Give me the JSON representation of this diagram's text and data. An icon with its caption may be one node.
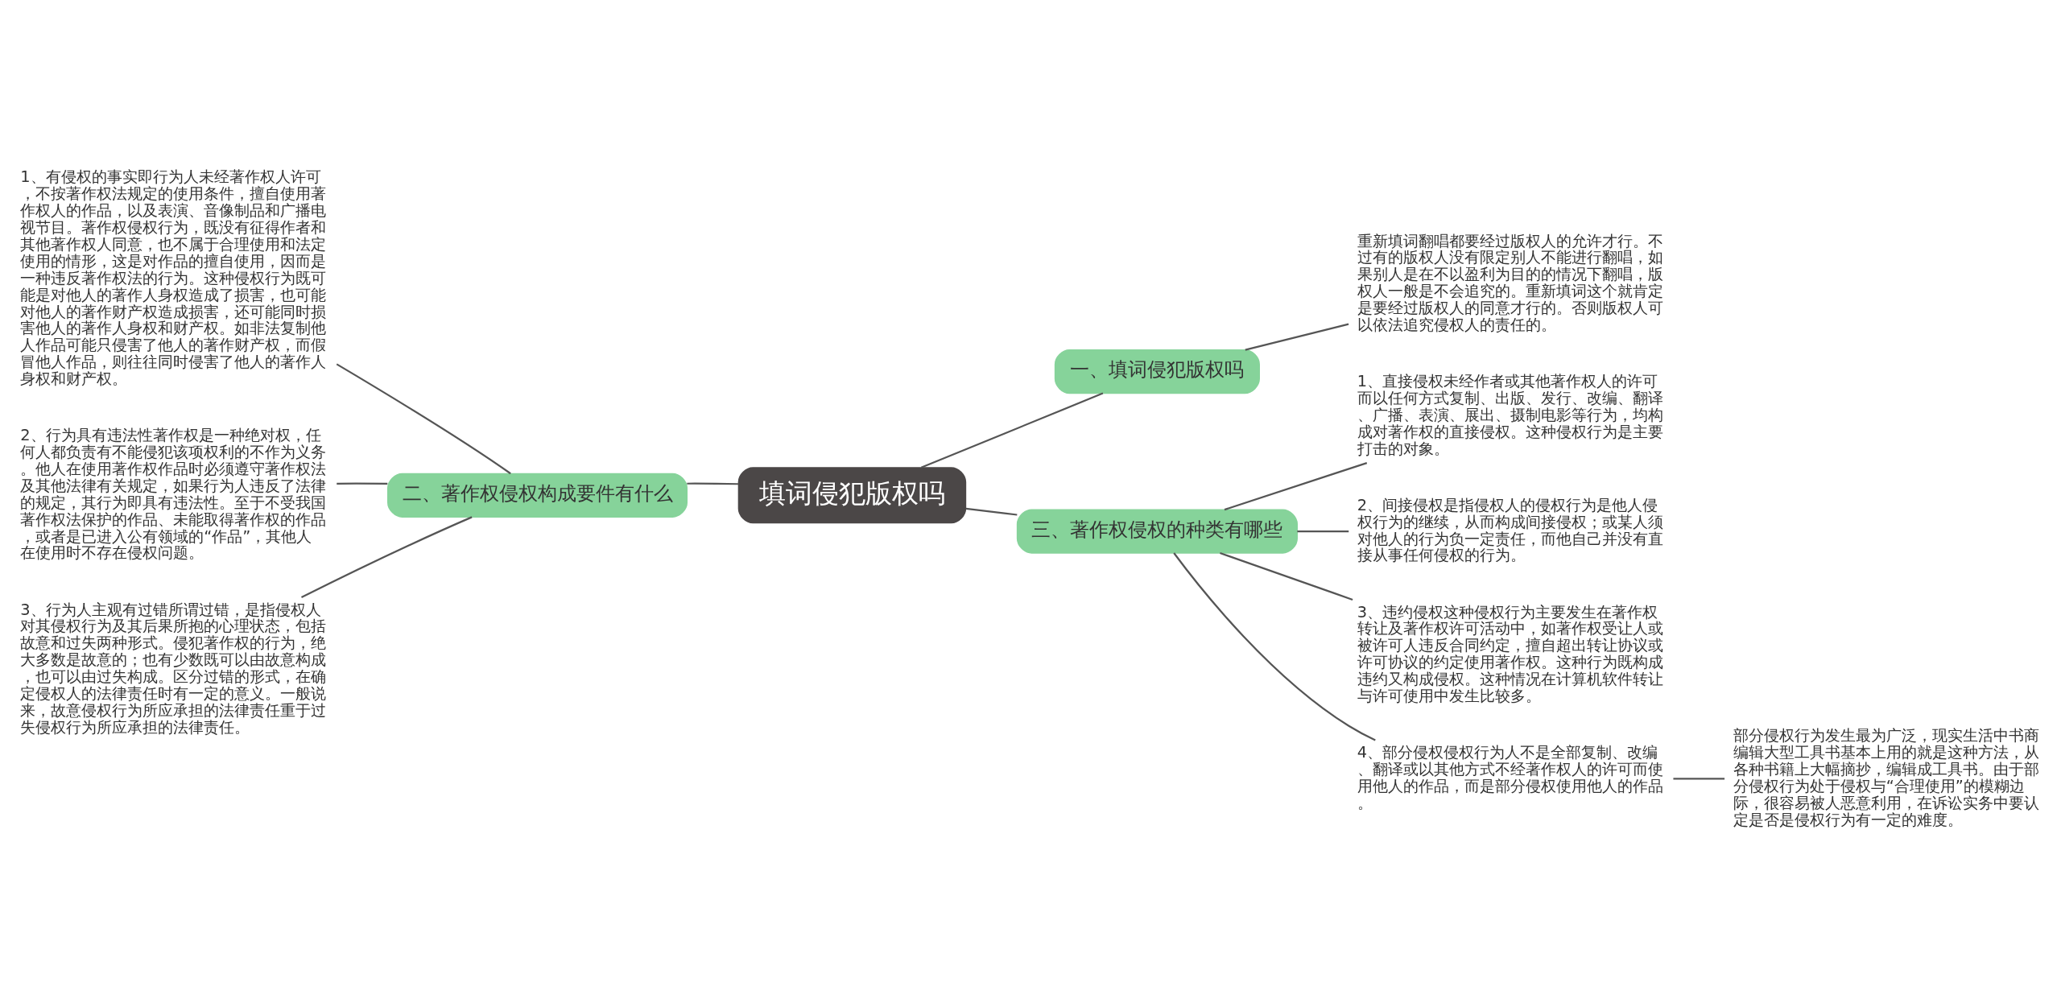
{
  "diagram": {
    "nodes": [
      {
        "text": [
          "填词侵犯版权吗"
        ]
      },
      {
        "text": [
          "一、填词侵犯版权吗"
        ]
      },
      {
        "text": [
          "重新填词翻唱都要经过版权人的允许才行。不过有的版权人没有限定别人不能进行翻唱，如果别人是在不以盈利为目的的情况下翻唱，版权人一般是不会追究的。重新填词这个就肯定是要经过版权人的同意才行的。否则版权人可以依法追究侵权人的责任的。"
        ]
      },
      {
        "text": [
          "二、著作权侵权构成要件有什么"
        ]
      },
      {
        "text": [
          "1、有侵权的事实即行为人未经著作权人许可，不按著作权法规定的使用条件，擅自使用著作权人的作品，以及表演、音像制品和广播电视节目。著作权侵权行为，既没有征得作者和其他著作权人同意，也不属于合理使用和法定使用的情形，这是对作品的擅自使用，因而是一种违反著作权法的行为。这种侵权行为既可能是对他人的著作人身权造成了损害，也可能对他人的著作财产权造成损害，还可能同时损害他人的著作人身权和财产权。如非法复制他人作品可能只侵害了他人的著作财产权，而假冒他人作品，则往往同时侵害了他人的著作人身权和财产权。"
        ]
      },
      {
        "text": [
          "2、行为具有违法性著作权是一种绝对权，任何人都负责有不能侵犯该项权利的不作为义务。他人在使用著作权作品时必须遵守著作权法及其他法律有关规定，如果行为人违反了法律的规定，其行为即具有违法性。至于不受我国著作权法保护的作品、未能取得著作权的作品，或者是已进入公有领域的“作品”，其他人在使用时不存在侵权问题。"
        ]
      },
      {
        "text": [
          "3、行为人主观有过错所谓过错，是指侵权人对其侵权行为及其后果所抱的心理状态，包括故意和过失两种形式。侵犯著作权的行为，绝大多数是故意的；也有少数既可以由故意构成，也可以由过失构成。区分过错的形式，在确定侵权人的法律责任时有一定的意义。一般说来，故意侵权行为所应承担的法律责任重于过失侵权行为所应承担的法律责任。"
        ]
      },
      {
        "text": [
          "三、著作权侵权的种类有哪些"
        ]
      },
      {
        "text": [
          "1、直接侵权未经作者或其他著作权人的许可而以任何方式复制、出版、发行、改编、翻译、广播、表演、展出、摄制电影等行为，均构成对著作权的直接侵权。这种侵权行为是主要打击的对象。"
        ]
      },
      {
        "text": [
          "2、间接侵权是指侵权人的侵权行为是他人侵权行为的继续，从而构成间接侵权；或某人须对他人的行为负一定责任，而他自己并没有直接从事任何侵权的行为。"
        ]
      },
      {
        "text": [
          "3、违约侵权这种侵权行为主要发生在著作权转让及著作权许可活动中，如著作权受让人或被许可人违反合同约定，擅自超出转让协议或许可协议的约定使用著作权。这种行为既构成违约又构成侵权。这种情况在计算机软件转让与许可使用中发生比较多。"
        ]
      },
      {
        "text": [
          "4、部分侵权侵权行为人不是全部复制、改编、翻译或以其他方式不经著作权人的许可而使用他人的作品，而是部分侵权使用他人的作品。"
        ]
      },
      {
        "text": [
          "部分侵权行为发生最为广泛，现实生活中书商编辑大型工具书基本上用的就是这种方法，从各种书籍上大幅摘抄，编辑成工具书。由于部分侵权行为处于侵权与“合理使用”的模糊边际，很容易被人恶意利用，在诉讼实务中要认定是否是侵权行为有一定的难度。"
        ]
      }
    ],
    "edges": [
      {
        "from": 0,
        "to": 1,
        "arrow": "none"
      },
      {
        "from": 1,
        "to": 2,
        "arrow": "none"
      },
      {
        "from": 0,
        "to": 3,
        "arrow": "none"
      },
      {
        "from": 3,
        "to": 4,
        "arrow": "none"
      },
      {
        "from": 3,
        "to": 5,
        "arrow": "none"
      },
      {
        "from": 3,
        "to": 6,
        "arrow": "none"
      },
      {
        "from": 0,
        "to": 7,
        "arrow": "none"
      },
      {
        "from": 7,
        "to": 8,
        "arrow": "none"
      },
      {
        "from": 7,
        "to": 9,
        "arrow": "none"
      },
      {
        "from": 7,
        "to": 10,
        "arrow": "none"
      },
      {
        "from": 7,
        "to": 11,
        "arrow": "none"
      },
      {
        "from": 11,
        "to": 12,
        "arrow": "none"
      }
    ]
  }
}
